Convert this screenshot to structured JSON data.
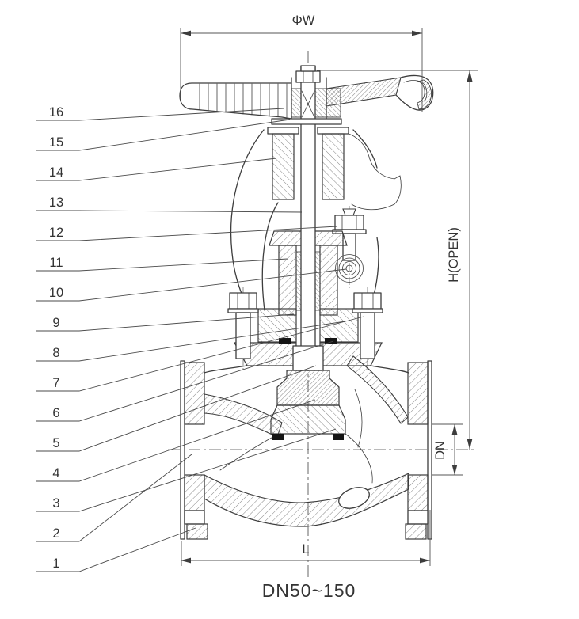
{
  "drawing": {
    "caption": "DN50~150",
    "dimension_labels": {
      "handwheel_diameter": "ΦW",
      "open_height": "H(OPEN)",
      "nominal_diameter": "DN",
      "face_to_face_length": "L"
    },
    "part_numbers": [
      "1",
      "2",
      "3",
      "4",
      "5",
      "6",
      "7",
      "8",
      "9",
      "10",
      "11",
      "12",
      "13",
      "14",
      "15",
      "16"
    ],
    "colors": {
      "line": "#3d3d3d",
      "dimension": "#555555",
      "text": "#333333",
      "background": "#ffffff"
    }
  }
}
